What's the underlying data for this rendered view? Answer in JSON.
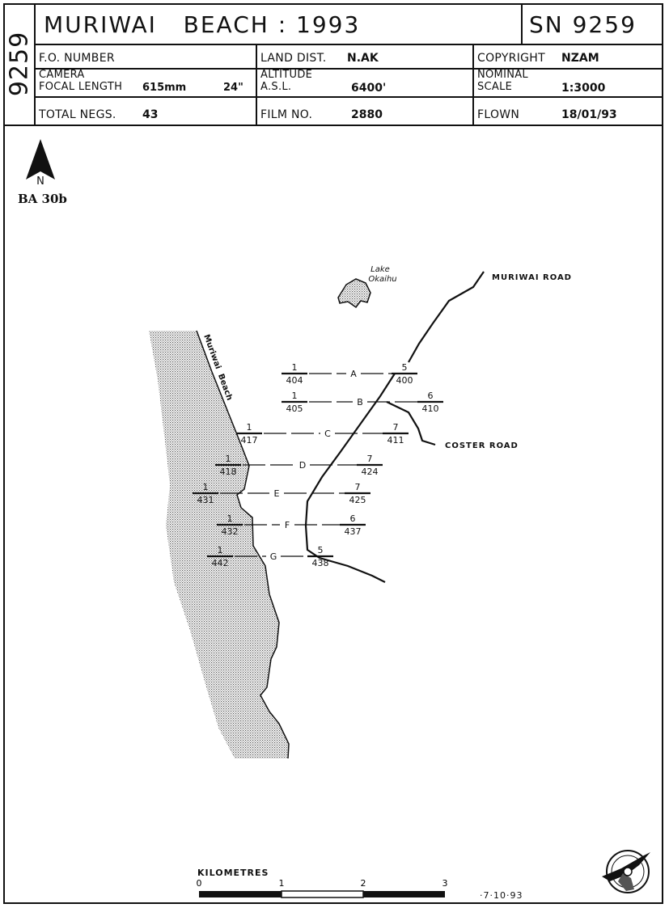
{
  "header": {
    "sn_vertical": "9259",
    "title_left": "MURIWAI   BEACH",
    "title_sep": " : ",
    "title_year": "1993",
    "sn_box": "SN 9259",
    "fo_number_label": "F.O. NUMBER",
    "camera_label": "CAMERA",
    "focal_length_label": "FOCAL LENGTH",
    "focal_length_mm": "615mm",
    "focal_length_in": "24\"",
    "total_negs_label": "TOTAL NEGS.",
    "total_negs_value": "43",
    "land_dist_label": "LAND DIST.",
    "land_dist_value": "N.AK",
    "altitude_label": "ALTITUDE",
    "asl_label": "A.S.L.",
    "altitude_value": "6400'",
    "film_no_label": "FILM NO.",
    "film_no_value": "2880",
    "copyright_label": "COPYRIGHT",
    "copyright_value": "NZAM",
    "nominal_label": "NOMINAL",
    "scale_label": "SCALE",
    "scale_value": "1:3000",
    "flown_label": "FLOWN",
    "flown_value": "18/01/93"
  },
  "map": {
    "north_letter": "N",
    "north_ref": "BA 30b",
    "lake_label_1": "Lake",
    "lake_label_2": "Okaihu",
    "muriwai_road": "MURIWAI ROAD",
    "coster_road": "COSTER ROAD",
    "beach_label": "Muriwai  Beach",
    "runs": [
      {
        "letter": "A",
        "start_run": "1",
        "start_neg": "404",
        "end_run": "5",
        "end_neg": "400"
      },
      {
        "letter": "B",
        "start_run": "1",
        "start_neg": "405",
        "end_run": "6",
        "end_neg": "410"
      },
      {
        "letter": "C",
        "start_run": "1",
        "start_neg": "417",
        "end_run": "7",
        "end_neg": "411"
      },
      {
        "letter": "D",
        "start_run": "1",
        "start_neg": "418",
        "end_run": "7",
        "end_neg": "424"
      },
      {
        "letter": "E",
        "start_run": "1",
        "start_neg": "431",
        "end_run": "7",
        "end_neg": "425"
      },
      {
        "letter": "F",
        "start_run": "1",
        "start_neg": "432",
        "end_run": "6",
        "end_neg": "437"
      },
      {
        "letter": "G",
        "start_run": "1",
        "start_neg": "442",
        "end_run": "5",
        "end_neg": "438"
      }
    ]
  },
  "scale_bar": {
    "title": "KILOMETRES",
    "ticks": [
      "0",
      "1",
      "2",
      "3"
    ]
  },
  "footer": {
    "date_mark": "·7·10·93"
  },
  "colors": {
    "ink": "#111111",
    "paper": "#ffffff",
    "land_stipple": "#8a8a8a"
  },
  "icons": {
    "north_arrow": "north-arrow-icon",
    "logo": "nz-aerial-mapping-logo"
  }
}
